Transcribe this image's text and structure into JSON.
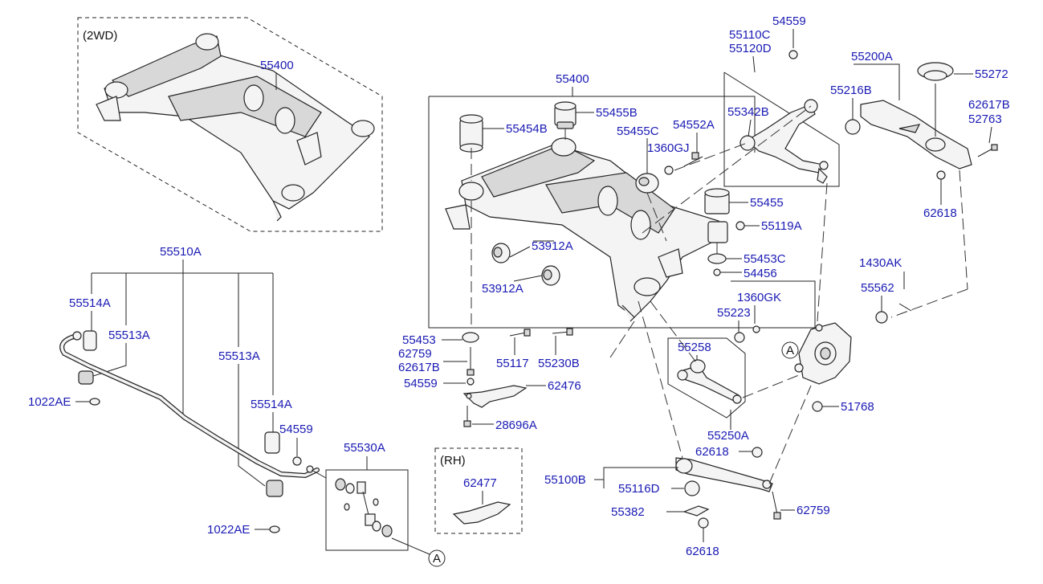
{
  "variant_labels": {
    "two_wd": "(2WD)",
    "rh": "(RH)"
  },
  "reference_marker": "A",
  "callouts": {
    "c55400_2wd": "55400",
    "c55400": "55400",
    "c55455B": "55455B",
    "c55454B": "55454B",
    "c55455C": "55455C",
    "c54552A": "54552A",
    "c1360GJ": "1360GJ",
    "c55455": "55455",
    "c55119A": "55119A",
    "c53912A_1": "53912A",
    "c53912A_2": "53912A",
    "c55453C": "55453C",
    "c54456": "54456",
    "c54559_top": "54559",
    "c55110C": "55110C",
    "c55120D": "55120D",
    "c55342B": "55342B",
    "c55200A": "55200A",
    "c55216B": "55216B",
    "c55272": "55272",
    "c62617B_top": "62617B",
    "c52763": "52763",
    "c62618_top": "62618",
    "c55510A": "55510A",
    "c55514A_1": "55514A",
    "c55513A_1": "55513A",
    "c1022AE_1": "1022AE",
    "c55513A_2": "55513A",
    "c55514A_2": "55514A",
    "c54559_left": "54559",
    "c1022AE_2": "1022AE",
    "c55530A": "55530A",
    "c55453": "55453",
    "c62759_left": "62759",
    "c62617B_left": "62617B",
    "c55117": "55117",
    "c55230B": "55230B",
    "c54559_mid": "54559",
    "c62476": "62476",
    "c28696A": "28696A",
    "c62477": "62477",
    "c1360GK": "1360GK",
    "c55223": "55223",
    "c55258": "55258",
    "c55250A": "55250A",
    "c1430AK": "1430AK",
    "c55562": "55562",
    "c51768": "51768",
    "c62618_mid": "62618",
    "c55100B": "55100B",
    "c55116D": "55116D",
    "c55382": "55382",
    "c62759_right": "62759",
    "c62618_bot": "62618"
  }
}
